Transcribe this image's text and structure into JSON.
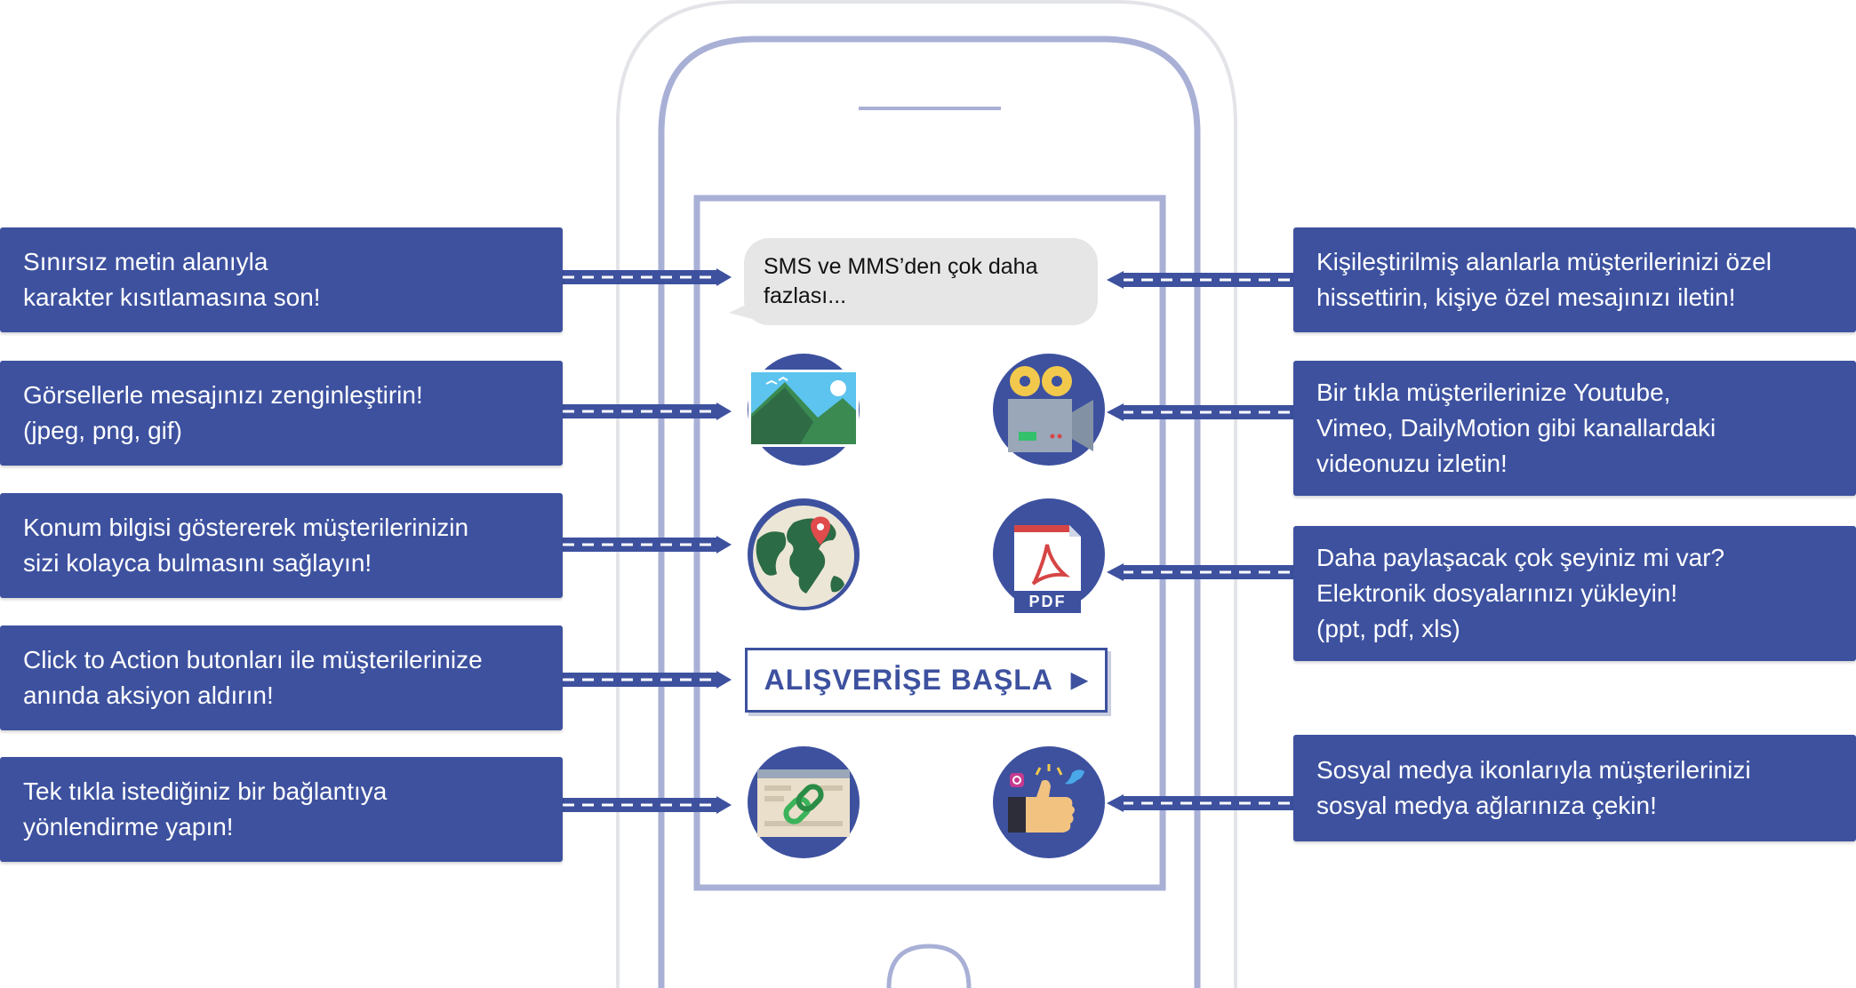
{
  "speech_bubble": {
    "line1": "SMS ve MMS’den çok daha",
    "line2": "fazlası..."
  },
  "cta_button": {
    "label": "ALIŞVERİŞE BAŞLA",
    "arrow": "▶"
  },
  "pdf_icon_label": "PDF",
  "left_callouts": [
    {
      "lines": [
        "Sınırsız metin alanıyla",
        "karakter kısıtlamasına son!"
      ]
    },
    {
      "lines": [
        "Görsellerle mesajınızı zenginleştirin!",
        "(jpeg, png, gif)"
      ]
    },
    {
      "lines": [
        "Konum bilgisi göstererek müşterilerinizin",
        "sizi kolayca bulmasını sağlayın!"
      ]
    },
    {
      "lines": [
        "Click to Action butonları ile müşterilerinize",
        "anında aksiyon aldırın!"
      ]
    },
    {
      "lines": [
        "Tek tıkla istediğiniz bir bağlantıya",
        "yönlendirme yapın!"
      ]
    }
  ],
  "right_callouts": [
    {
      "lines": [
        "Kişileştirilmiş alanlarla müşterilerinizi özel",
        "hissettirin, kişiye özel mesajınızı iletin!"
      ]
    },
    {
      "lines": [
        "Bir tıkla müşterilerinize Youtube,",
        "Vimeo, DailyMotion gibi kanallardaki",
        "videonuzu izletin!"
      ]
    },
    {
      "lines": [
        "Daha paylaşacak çok şeyiniz mi var?",
        "Elektronik dosyalarınızı yükleyin!",
        "(ppt, pdf, xls)"
      ]
    },
    {
      "lines": [
        "Sosyal medya ikonlarıyla müşterilerinizi",
        "sosyal medya ağlarınıza çekin!"
      ]
    }
  ],
  "icons": [
    "image-icon",
    "video-camera-icon",
    "globe-location-icon",
    "pdf-document-icon",
    "link-icon",
    "social-thumbs-up-icon"
  ],
  "colors": {
    "callout_bg": "#3d519f",
    "phone_outline": "#a9b0d6",
    "bubble_bg": "#e6e6e6",
    "icon_circle": "#3d519f"
  }
}
